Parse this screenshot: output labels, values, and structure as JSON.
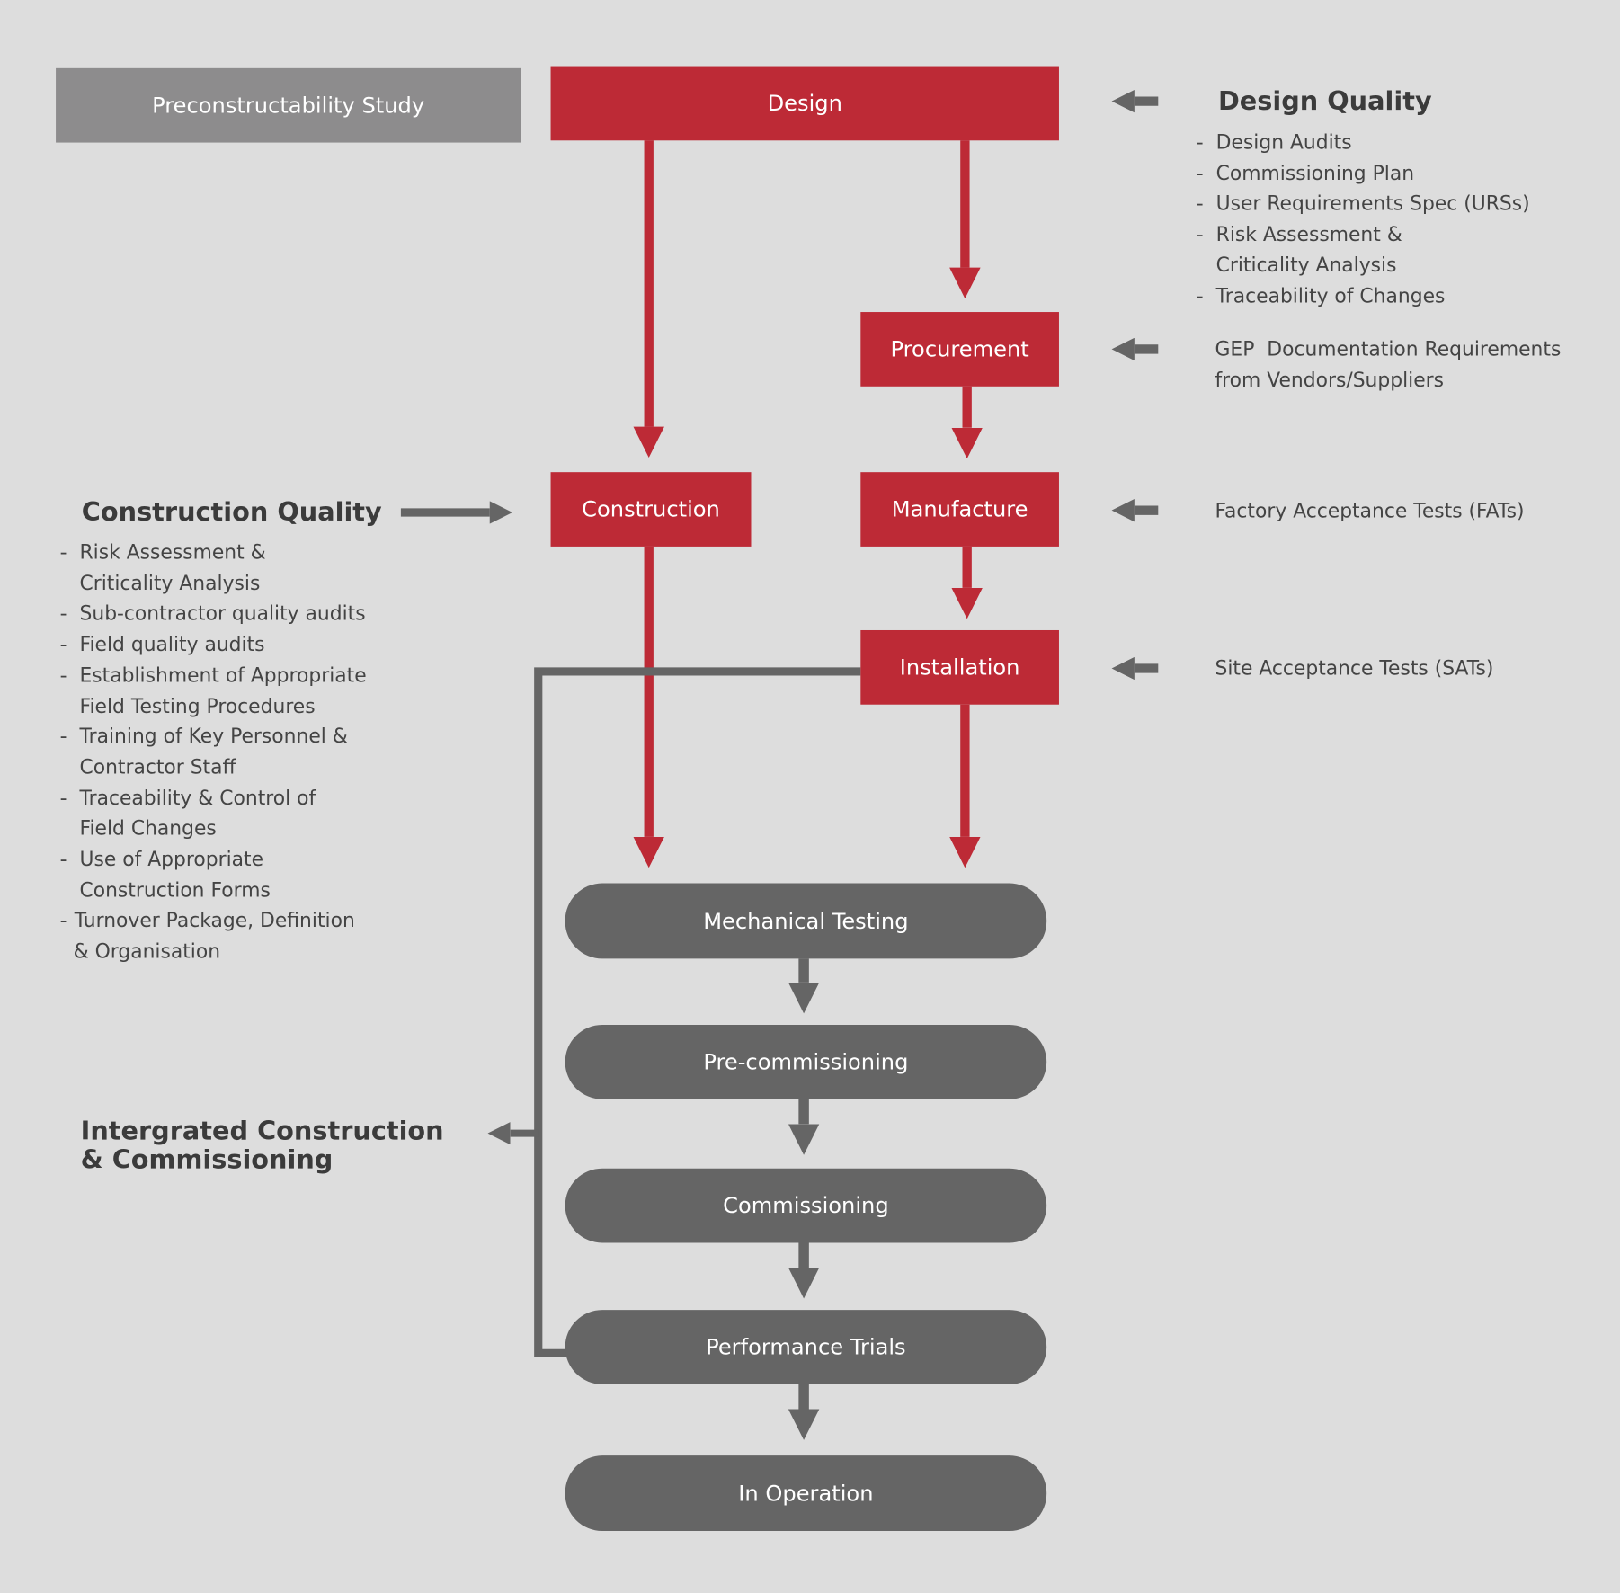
{
  "boxes": {
    "preconstructability": "Preconstructability Study",
    "design": "Design",
    "procurement": "Procurement",
    "construction": "Construction",
    "manufacture": "Manufacture",
    "installation": "Installation"
  },
  "stages": {
    "mechanical_testing": "Mechanical Testing",
    "precommissioning": "Pre-commissioning",
    "commissioning": "Commissioning",
    "performance_trials": "Performance Trials",
    "in_operation": "In Operation"
  },
  "design_quality": {
    "title": "Design Quality",
    "items": [
      "Design Audits",
      "Commissioning Plan",
      "User Requirements Spec (URSs)",
      "Risk Assessment &",
      "Criticality Analysis",
      "Traceability of Changes"
    ]
  },
  "procurement_note": {
    "line1": "GEP  Documentation Requirements",
    "line2": "from Vendors/Suppliers"
  },
  "manufacture_note": "Factory Acceptance Tests (FATs)",
  "installation_note": "Site Acceptance Tests (SATs)",
  "construction_quality": {
    "title": "Construction Quality",
    "items": [
      "Risk Assessment &",
      "Criticality Analysis",
      "Sub-contractor quality audits",
      "Field quality audits",
      "Establishment of Appropriate",
      "Field Testing Procedures",
      "Training of Key Personnel &",
      "Contractor Staff",
      "Traceability & Control of",
      "Field Changes",
      "Use of Appropriate",
      "Construction Forms",
      "Turnover Package, Definition",
      "& Organisation"
    ]
  },
  "integrated": {
    "line1": "Intergrated Construction",
    "line2": "& Commissioning"
  },
  "colors": {
    "background": "#dddddd",
    "red": "#bd2a36",
    "dark_grey": "#656565",
    "light_grey": "#8d8c8d",
    "text": "#444444"
  }
}
